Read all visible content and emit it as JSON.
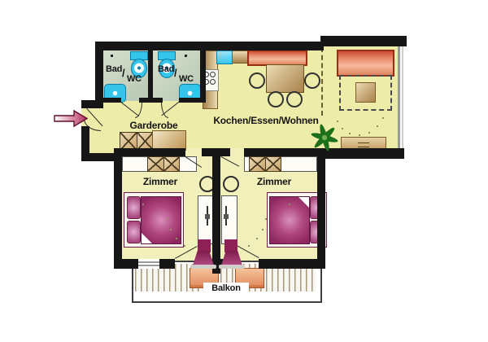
{
  "palette": {
    "wall": "#161616",
    "floor_main": "#edeca8",
    "floor_bedroom": "#f2f0ba",
    "floor_bath": "#c9d6c0",
    "sanitary_blue": "#35c4ea",
    "wood_dark": "#a8814a",
    "wood_light": "#ecdcb4",
    "upholstery_red": "#d96a47",
    "bed_purple": "#8e2760",
    "balcony_chair_orange": "#eda878",
    "plant_green": "#1c701c",
    "entrance_arrow_red": "#b5305c",
    "window_gray": "#9a9a9a"
  },
  "rooms": {
    "bath_left": {
      "line1": "Bad",
      "sep": "/",
      "line2": "WC"
    },
    "bath_right": {
      "line1": "Bad",
      "sep": "/",
      "line2": "WC"
    },
    "hall": {
      "label": "Garderobe"
    },
    "living": {
      "label": "Kochen/Essen/Wohnen"
    },
    "bedroom_left": {
      "label": "Zimmer"
    },
    "bedroom_right": {
      "label": "Zimmer"
    },
    "balcony": {
      "label": "Balkon"
    }
  },
  "icons": {
    "entrance": "entrance-arrow",
    "toilet": "toilet-top-view",
    "washbasin": "washbasin-top-view",
    "stove": "cooktop-4-burners",
    "kitchen_sink": "kitchen-sink",
    "wardrobe": "wardrobe-x-cabinet",
    "plant": "potted-plant",
    "desk_lamp": "desk-lamp"
  }
}
